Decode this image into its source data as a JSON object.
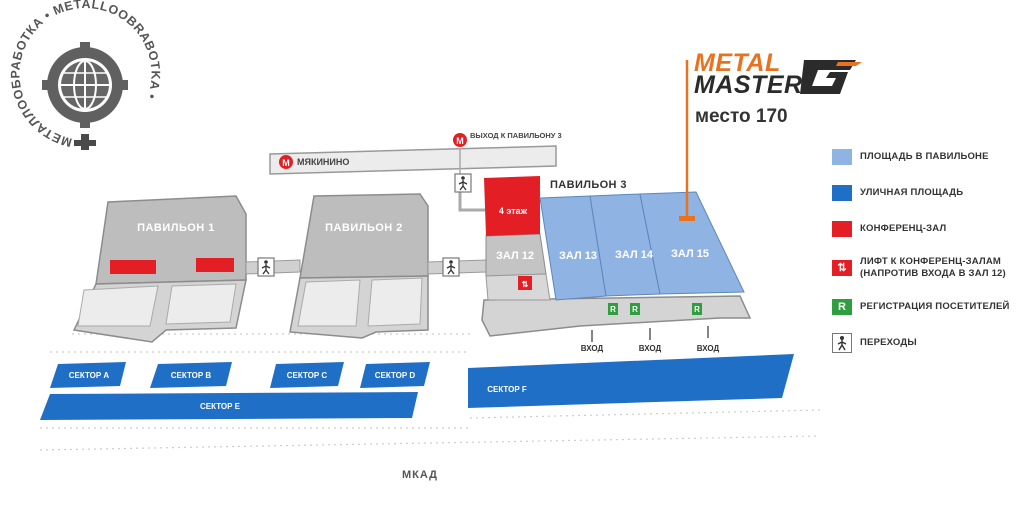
{
  "logo": {
    "ring_text": "МЕТАЛЛООБРАБОТКА • METALLOOBRABOTKA •",
    "icon": "globe-cog-icon"
  },
  "brand": {
    "word1": "METAL",
    "word2": "MASTER",
    "booth": "место 170",
    "mark_icon": "speed-g-icon"
  },
  "map": {
    "metro_station": "МЯКИНИНО",
    "exit_label": "ВЫХОД К ПАВИЛЬОНУ 3",
    "pavilion1": "ПАВИЛЬОН 1",
    "pavilion2": "ПАВИЛЬОН 2",
    "pavilion3": "ПАВИЛЬОН 3",
    "hall12": "ЗАЛ 12",
    "hall13": "ЗАЛ 13",
    "hall14": "ЗАЛ 14",
    "hall15": "ЗАЛ 15",
    "floor4": "4 этаж",
    "entrance": "ВХОД",
    "registration_mark": "R",
    "sector_a": "СЕКТОР A",
    "sector_b": "СЕКТОР B",
    "sector_c": "СЕКТОР C",
    "sector_d": "СЕКТОР D",
    "sector_e": "СЕКТОР E",
    "sector_f": "СЕКТОР F",
    "ring_road": "МКАД"
  },
  "legend": [
    {
      "label": "ПЛОЩАДЬ В ПАВИЛЬОНЕ",
      "color": "#8fb4e3",
      "icon": "pavilion-area-swatch"
    },
    {
      "label": "УЛИЧНАЯ ПЛОЩАДЬ",
      "color": "#1f6fc6",
      "icon": "street-area-swatch"
    },
    {
      "label": "КОНФЕРЕНЦ-ЗАЛ",
      "color": "#e31e24",
      "icon": "conference-hall-swatch"
    },
    {
      "label": "ЛИФТ К КОНФЕРЕНЦ-ЗАЛАМ",
      "label2": "(НАПРОТИВ ВХОДА В ЗАЛ 12)",
      "color": "#e31e24",
      "icon": "elevator-icon"
    },
    {
      "label": "РЕГИСТРАЦИЯ ПОСЕТИТЕЛЕЙ",
      "color": "#2e9e3e",
      "icon": "registration-icon",
      "mark": "R"
    },
    {
      "label": "ПЕРЕХОДЫ",
      "color": "#d9d9d9",
      "icon": "pedestrian-crossing-icon"
    }
  ],
  "colors": {
    "pavilion_area": "#8fb4e3",
    "street_area": "#1f6fc6",
    "conference": "#e31e24",
    "registration": "#2e9e3e",
    "building": "#cfcfcf",
    "brand_orange": "#e8721e"
  }
}
